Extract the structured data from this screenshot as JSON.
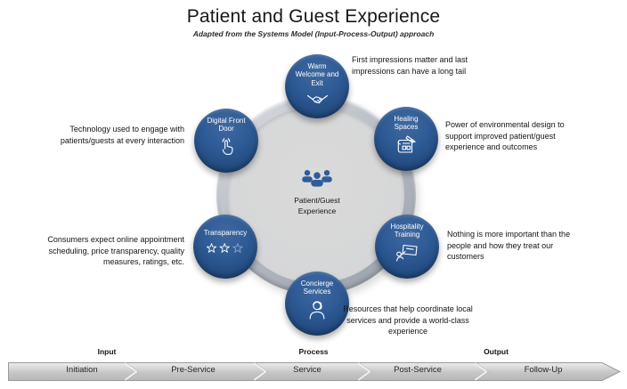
{
  "title": "Patient and Guest Experience",
  "subtitle": "Adapted from the Systems Model (Input-Process-Output) approach",
  "center": {
    "label": "Patient/Guest Experience",
    "icon": "people-group-icon"
  },
  "nodes": [
    {
      "id": "warm-welcome",
      "label": "Warm Welcome and Exit",
      "icon": "handshake-icon",
      "annotation": "First impressions matter and last impressions can have a long tail"
    },
    {
      "id": "healing-spaces",
      "label": "Healing Spaces",
      "icon": "blueprint-icon",
      "annotation": "Power of environmental design to support improved patient/guest experience and outcomes"
    },
    {
      "id": "hospitality-training",
      "label": "Hospitality Training",
      "icon": "presenter-board-icon",
      "annotation": "Nothing is more important than the people and how they treat our customers"
    },
    {
      "id": "concierge-services",
      "label": "Concierge Services",
      "icon": "headset-person-icon",
      "annotation": "Resources that help coordinate local services and provide a world-class experience"
    },
    {
      "id": "transparency",
      "label": "Transparency",
      "icon": "rating-stars-icon",
      "annotation": "Consumers expect online appointment scheduling, price transparency, quality measures, ratings, etc."
    },
    {
      "id": "digital-front-door",
      "label": "Digital Front Door",
      "icon": "tap-finger-icon",
      "annotation": "Technology used to engage with patients/guests at every interaction"
    }
  ],
  "process_bar": {
    "stage_labels": [
      "Input",
      "Process",
      "Output"
    ],
    "segments": [
      "Initiation",
      "Pre-Service",
      "Service",
      "Post-Service",
      "Follow-Up"
    ]
  },
  "colors": {
    "node_blue": "#2e5b96",
    "node_blue_dark": "#1a3f6e",
    "center_icon_blue": "#2e5d9b",
    "ring_gray": "#b8bcc4",
    "interior_gray": "#d5d5d7",
    "bar_gray": "#c9c9c9"
  }
}
